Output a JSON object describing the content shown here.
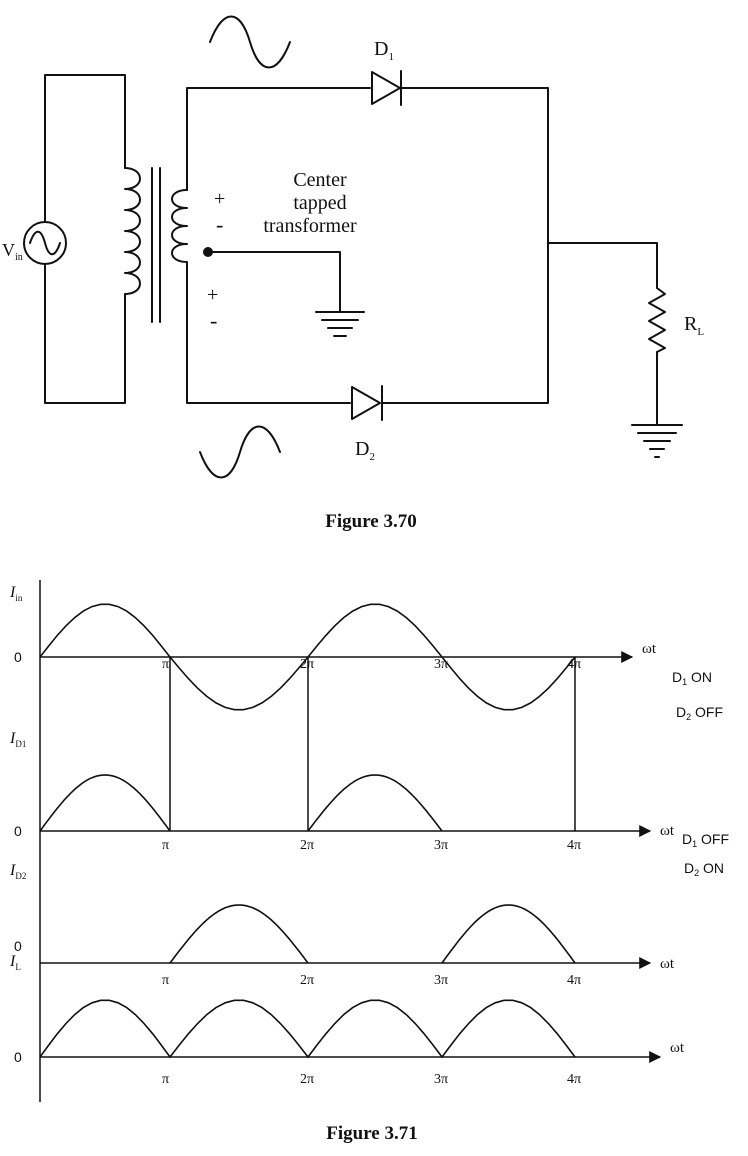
{
  "figures": {
    "circuit": {
      "caption": "Figure 3.70",
      "source_label_main": "V",
      "source_label_sub": "in",
      "transformer_label_line1": "Center",
      "transformer_label_line2": "tapped",
      "transformer_label_line3": "transformer",
      "diode1_label_main": "D",
      "diode1_label_sub": "1",
      "diode2_label_main": "D",
      "diode2_label_sub": "2",
      "load_label_main": "R",
      "load_label_sub": "L",
      "polarity_top_plus": "+",
      "polarity_top_minus": "-",
      "polarity_bottom_plus": "+",
      "polarity_bottom_minus": "-"
    },
    "waveforms": {
      "caption": "Figure 3.71",
      "axis_label": "ωt",
      "origin_label": "0",
      "tick_labels": [
        "π",
        "2π",
        "3π",
        "4π"
      ],
      "note1_line1_main": "D",
      "note1_line1_sub": "1",
      "note1_line1_rest": " ON",
      "note1_line2_main": "D",
      "note1_line2_sub": "2",
      "note1_line2_rest": " OFF",
      "note2_line1_main": "D",
      "note2_line1_sub": "1",
      "note2_line1_rest": " OFF",
      "note2_line2_main": "D",
      "note2_line2_sub": "2",
      "note2_line2_rest": " ON",
      "plots": [
        {
          "label_main": "I",
          "label_sub": "in",
          "kind": "full_sine"
        },
        {
          "label_main": "I",
          "label_sub": "D1",
          "kind": "half_pos_d1"
        },
        {
          "label_main": "I",
          "label_sub": "D2",
          "kind": "half_pos_d2"
        },
        {
          "label_main": "I",
          "label_sub": "L",
          "kind": "full_rectified"
        }
      ]
    }
  }
}
